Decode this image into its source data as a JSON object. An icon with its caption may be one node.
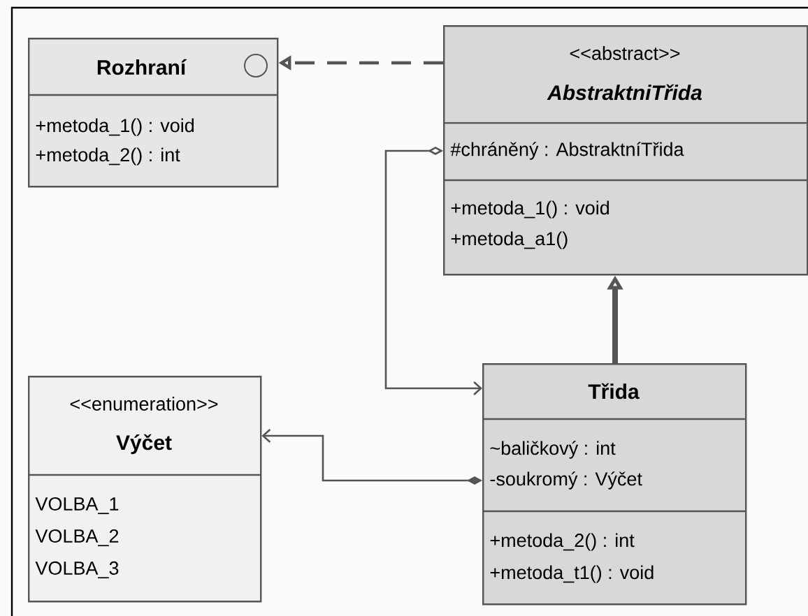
{
  "diagram": {
    "nodes": [
      {
        "text": [
          "Rozhraní",
          "+metoda_1() : void",
          "+metoda_2() : int"
        ]
      },
      {
        "text": [
          "<<abstract>>",
          "AbstraktniTřida",
          "#chráněný : AbstraktníTřida",
          "+metoda_1() : void",
          "+metoda_a1()"
        ]
      },
      {
        "text": [
          "<<enumeration>>",
          "Výčet",
          "VOLBA_1",
          "VOLBA_2",
          "VOLBA_3"
        ]
      },
      {
        "text": [
          "Třida",
          "~baličkový : int",
          "-soukromý : Výčet",
          "+metoda_2() : int",
          "+metoda_t1() : void"
        ]
      }
    ],
    "edges": [
      {
        "from": 1,
        "to": 0,
        "arrow": "to",
        "style": "dashed"
      },
      {
        "from": 3,
        "to": 1,
        "arrow": "to",
        "style": "thick"
      },
      {
        "from": 1,
        "to": 3,
        "arrow": "to"
      },
      {
        "from": 3,
        "to": 2,
        "arrow": "to"
      }
    ]
  }
}
